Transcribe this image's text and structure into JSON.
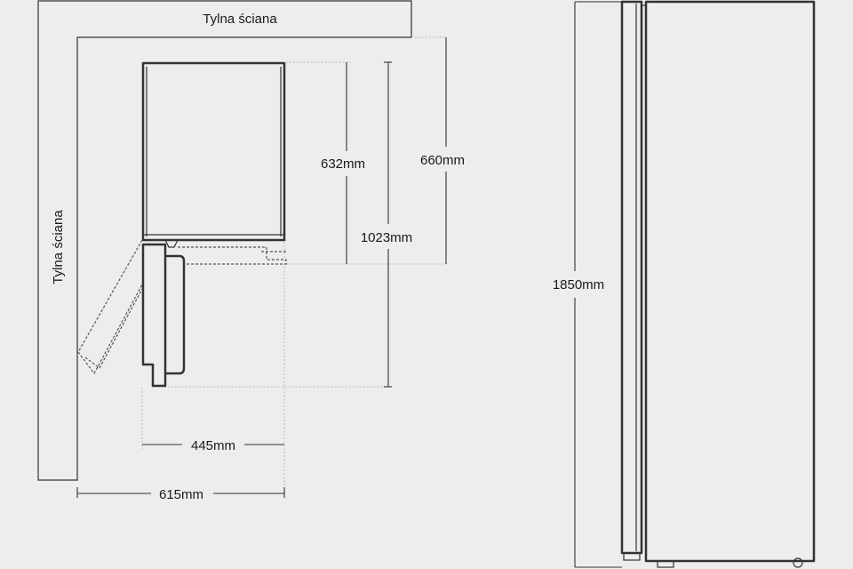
{
  "walls": {
    "top_label": "Tylna ściana",
    "side_label": "Tylna ściana"
  },
  "dimensions": {
    "body_depth": "632mm",
    "total_depth": "660mm",
    "depth_door_open": "1023mm",
    "width": "445mm",
    "width_door_open": "615mm",
    "height": "1850mm"
  },
  "colors": {
    "background": "#ededed",
    "line": "#333333",
    "guide": "#b9b9b9"
  }
}
